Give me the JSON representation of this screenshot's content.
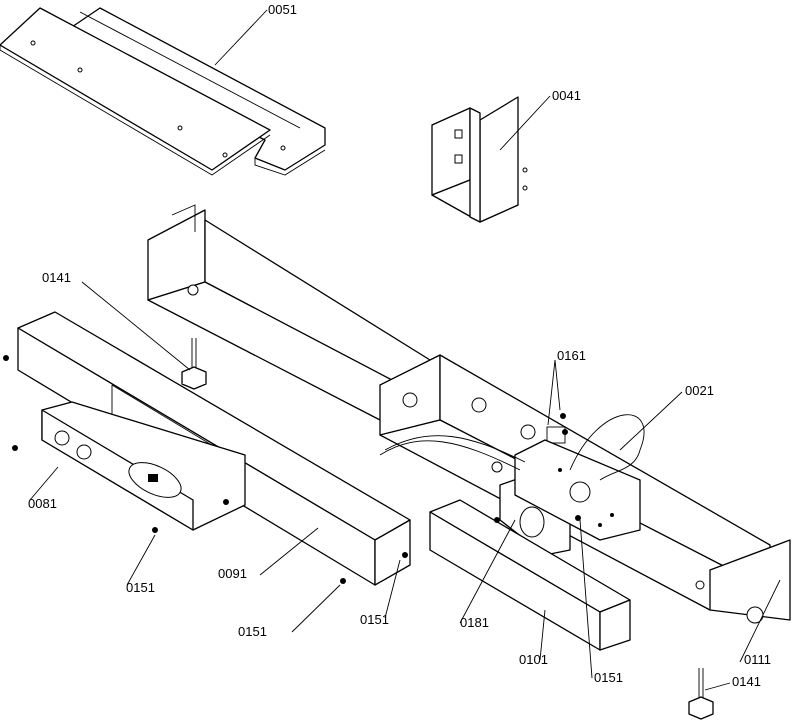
{
  "labels": {
    "top_cover": "0051",
    "box_cover": "0041",
    "leveler_left": "0141",
    "plate_left": "0081",
    "screws_left": "0151",
    "front_rail": "0091",
    "screw_mid_a": "0151",
    "screw_mid_b": "0151",
    "control_plate": "0181",
    "right_panel": "0101",
    "screw_right": "0151",
    "screws_top": "0161",
    "wire_harness": "0021",
    "end_panel": "0111",
    "leveler_right": "0141"
  }
}
